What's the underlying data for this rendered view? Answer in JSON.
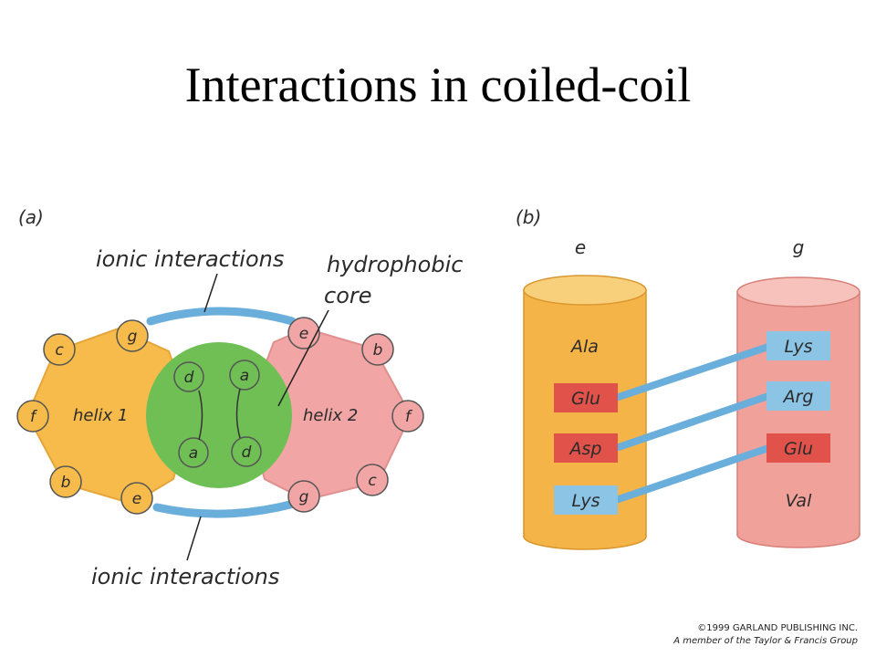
{
  "title": "Interactions in coiled-coil",
  "panel_a": {
    "label": "(a)",
    "ionic_top": "ionic interactions",
    "ionic_bottom": "ionic interactions",
    "core_line1": "hydrophobic",
    "core_line2": "core",
    "helix1": "helix 1",
    "helix2": "helix 2",
    "helix1_positions": {
      "c": "c",
      "g": "g",
      "f": "f",
      "b": "b",
      "e": "e",
      "d": "d",
      "a": "a"
    },
    "helix2_positions": {
      "e": "e",
      "b": "b",
      "f": "f",
      "c": "c",
      "g": "g",
      "a": "a",
      "d": "d"
    }
  },
  "panel_b": {
    "label": "(b)",
    "left_heading": "e",
    "right_heading": "g",
    "left_residues": [
      "Ala",
      "Glu",
      "Asp",
      "Lys"
    ],
    "right_residues": [
      "Lys",
      "Arg",
      "Glu",
      "Val"
    ]
  },
  "credit": {
    "line1": "©1999 GARLAND PUBLISHING INC.",
    "line2": "A member of the Taylor & Francis Group"
  },
  "colors": {
    "helix1": "#f6bb4a",
    "helix2": "#f2a5a5",
    "core": "#6fbf55",
    "ionic": "#6aaedc",
    "acid_box": "#e0524a",
    "base_box": "#8cc4e6"
  }
}
